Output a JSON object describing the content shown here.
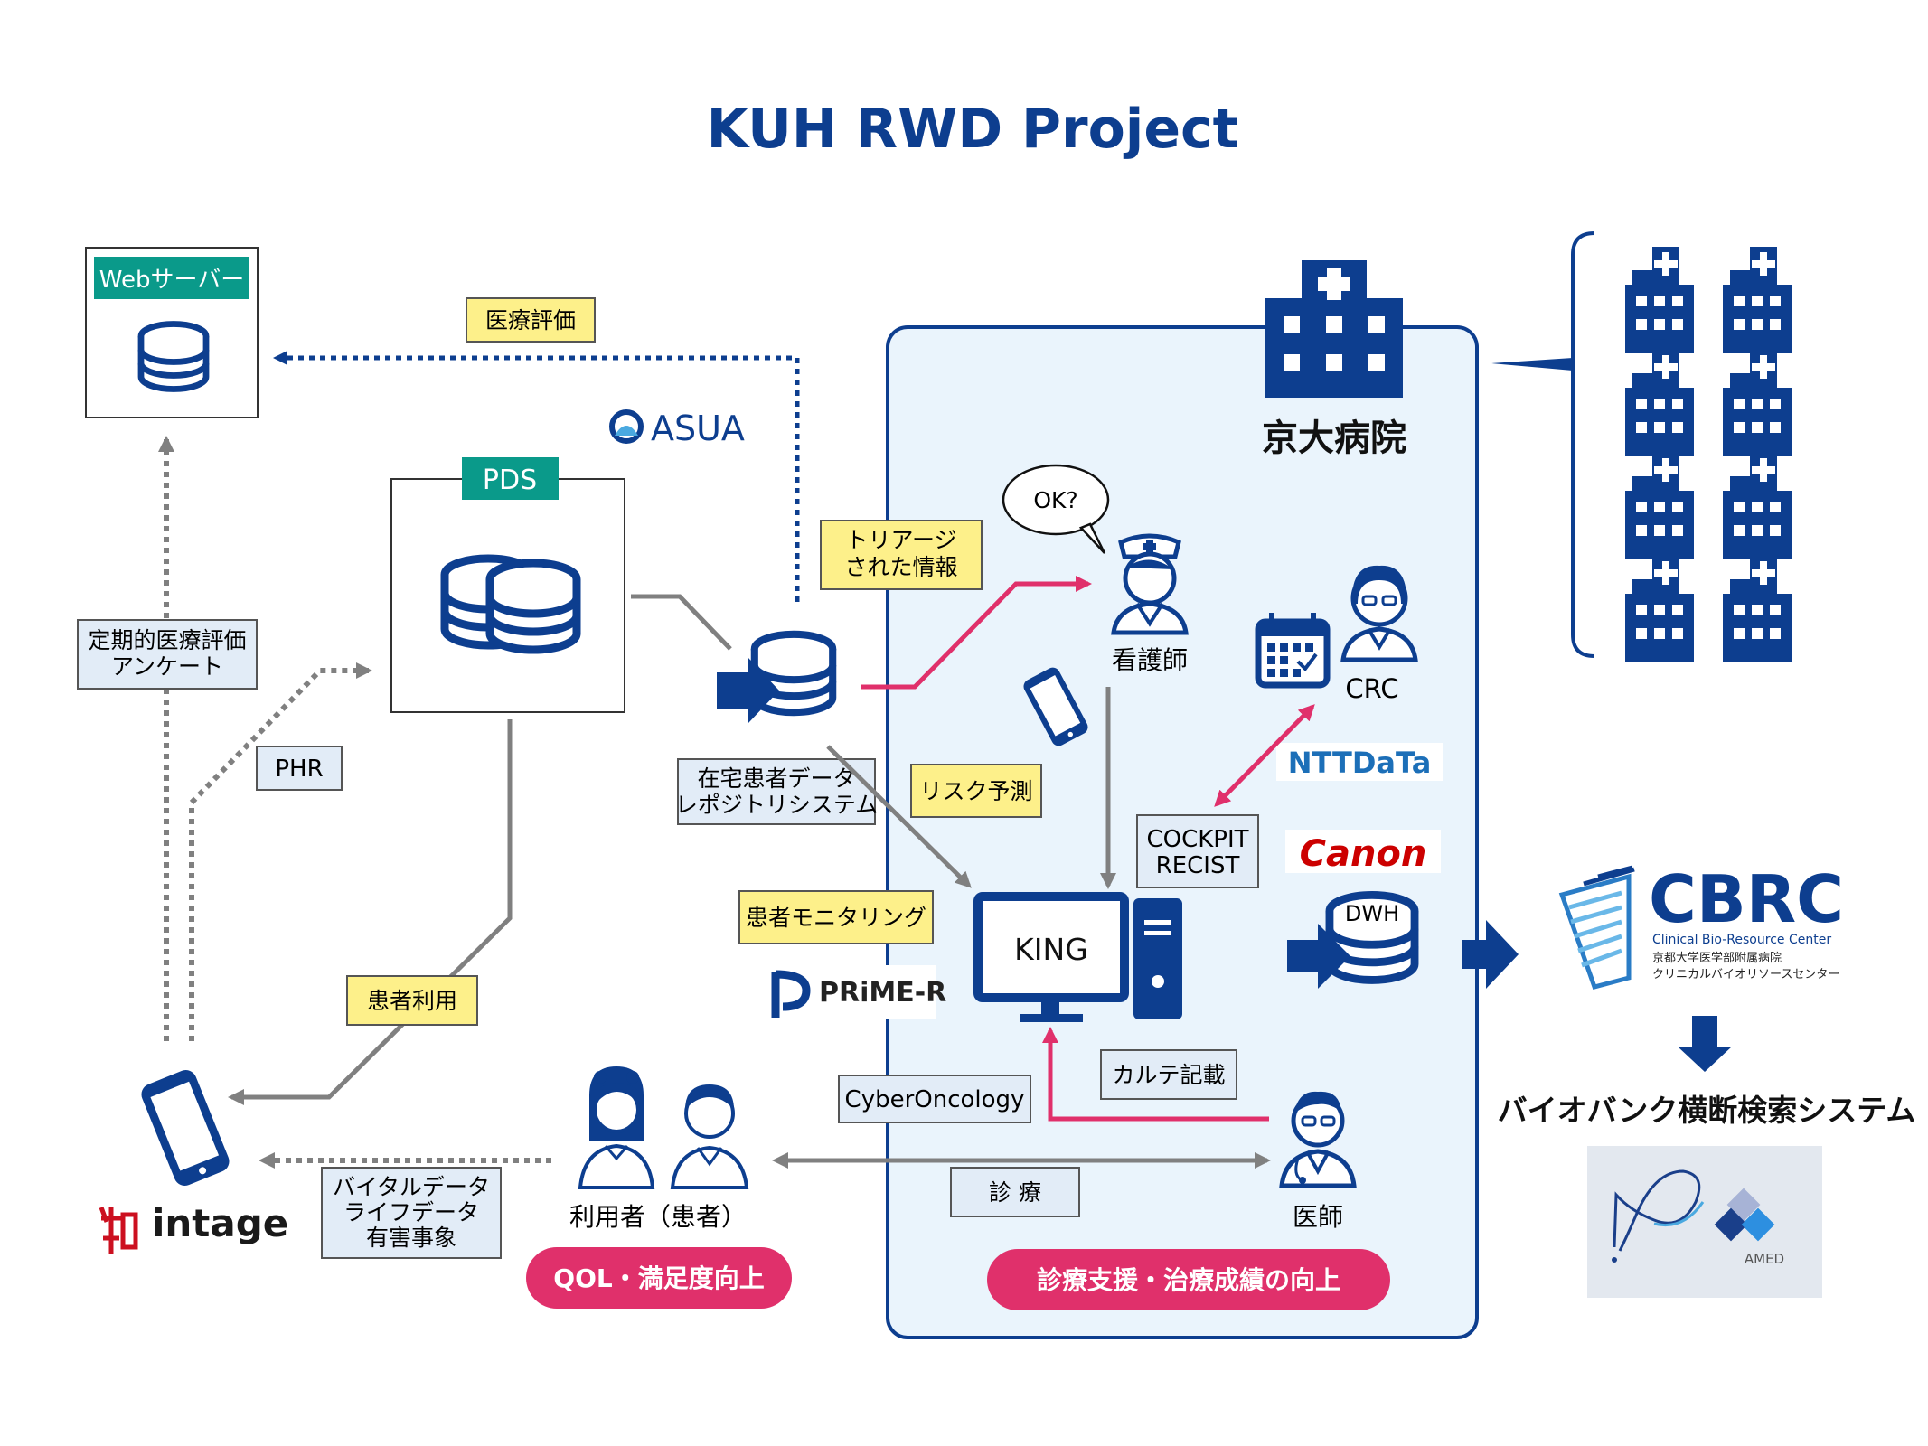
{
  "title": "KUH RWD Project",
  "colors": {
    "navy": "#0d3e8f",
    "teal": "#0a9a8a",
    "yellow_tag": "#fdf08a",
    "blue_tag": "#e2ecf7",
    "pink": "#e0306b",
    "hospital_panel": "#eaf4fc",
    "gray_line": "#808080"
  },
  "nodes": {
    "web_server": "Webサーバー",
    "pds": "PDS",
    "asua": "ASUA",
    "home_repo_line1": "在宅患者データ",
    "home_repo_line2": "レポジトリシステム",
    "hospital": "京大病院",
    "nurse": "看護師",
    "nurse_bubble": "OK?",
    "crc": "CRC",
    "ntt": "NTTDaTa",
    "cockpit_line1": "COCKPIT",
    "cockpit_line2": "RECIST",
    "canon": "Canon",
    "dwh": "DWH",
    "king": "KING",
    "prime_r": "PRiME-R",
    "cyber_oncology": "CyberOncology",
    "doctor": "医師",
    "users": "利用者（患者）",
    "intage": "intage",
    "cbrc": "CBRC",
    "cbrc_sub1": "Clinical Bio-Resource Center",
    "cbrc_sub2": "京都大学医学部附属病院",
    "cbrc_sub3": "クリニカルバイオリソースセンター",
    "biobank": "バイオバンク横断検索システム",
    "amed": "AMED"
  },
  "tags": {
    "medical_eval": "医療評価",
    "triage_line1": "トリアージ",
    "triage_line2": "された情報",
    "periodic_line1": "定期的医療評価",
    "periodic_line2": "アンケート",
    "phr": "PHR",
    "risk": "リスク予測",
    "monitoring": "患者モニタリング",
    "patient_use": "患者利用",
    "karte": "カルテ記載",
    "vital_line1": "バイタルデータ",
    "vital_line2": "ライフデータ",
    "vital_line3": "有害事象",
    "shinryo": "診 療"
  },
  "badges": {
    "qol": "QOL・満足度向上",
    "support": "診療支援・治療成績の向上"
  }
}
